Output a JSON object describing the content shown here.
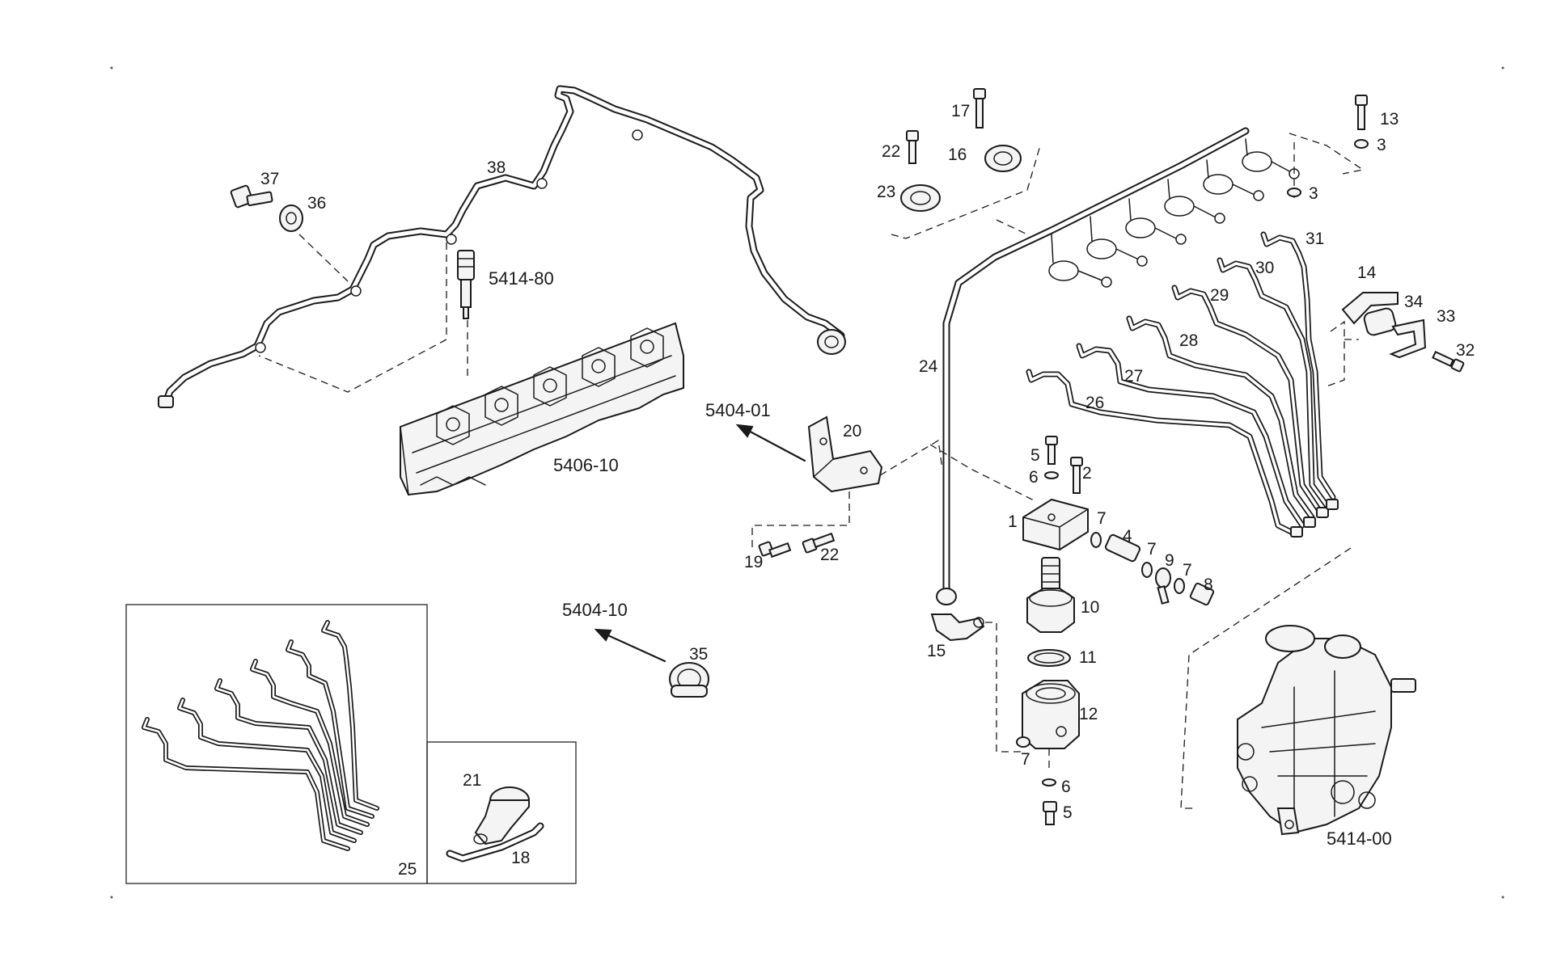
{
  "diagram": {
    "references": {
      "ref_5414_80": "5414-80",
      "ref_5406_10": "5406-10",
      "ref_5404_01": "5404-01",
      "ref_5404_10": "5404-10",
      "ref_5414_00": "5414-00"
    },
    "callouts": {
      "c37": "37",
      "c36": "36",
      "c38": "38",
      "c17": "17",
      "c22a": "22",
      "c16": "16",
      "c23": "23",
      "c13": "13",
      "c3a": "3",
      "c3b": "3",
      "c31": "31",
      "c30": "30",
      "c29": "29",
      "c28": "28",
      "c27": "27",
      "c26": "26",
      "c14": "14",
      "c34": "34",
      "c33": "33",
      "c32": "32",
      "c24": "24",
      "c20": "20",
      "c19": "19",
      "c22b": "22",
      "c5a": "5",
      "c6a": "6",
      "c2": "2",
      "c1": "1",
      "c7a": "7",
      "c4": "4",
      "c7b": "7",
      "c9": "9",
      "c7c": "7",
      "c8": "8",
      "c10": "10",
      "c11": "11",
      "c12": "12",
      "c15": "15",
      "c7d": "7",
      "c6b": "6",
      "c5b": "5",
      "c35": "35",
      "c21": "21",
      "c18": "18",
      "c25": "25"
    }
  }
}
